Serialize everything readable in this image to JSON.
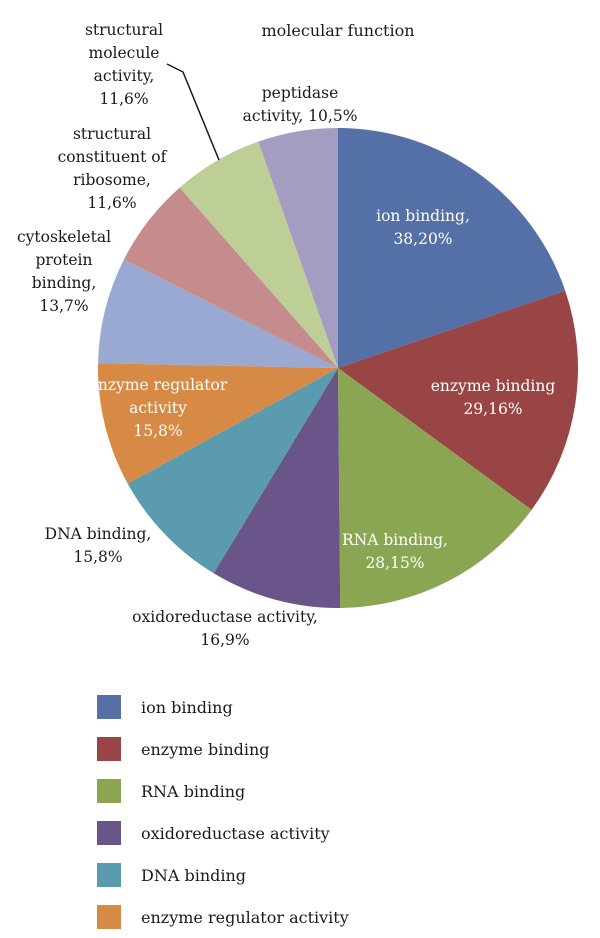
{
  "chart_data": {
    "type": "pie",
    "title": "molecular function",
    "slices": [
      {
        "name": "ion binding",
        "label_lines": [
          "ion binding,",
          "38,20%"
        ],
        "weight": 20.2,
        "color": "#5470a6",
        "label_inside": true
      },
      {
        "name": "enzyme binding",
        "label_lines": [
          "enzyme binding",
          "29,16%"
        ],
        "weight": 15.6,
        "color": "#994545",
        "label_inside": true
      },
      {
        "name": "RNA binding",
        "label_lines": [
          "RNA binding,",
          "28,15%"
        ],
        "weight": 15.1,
        "color": "#8aa652",
        "label_inside": true
      },
      {
        "name": "oxidoreductase activity",
        "label_lines": [
          "oxidoreductase activity,",
          "16,9%"
        ],
        "weight": 9.0,
        "color": "#6a558a",
        "label_inside": false
      },
      {
        "name": "DNA binding",
        "label_lines": [
          "DNA binding,",
          "15,8%"
        ],
        "weight": 8.5,
        "color": "#5b9bb0",
        "label_inside": false
      },
      {
        "name": "enzyme regulator activity",
        "label_lines": [
          "enzyme regulator",
          "activity",
          "15,8%"
        ],
        "weight": 8.5,
        "color": "#d68a45",
        "label_inside": true
      },
      {
        "name": "cytoskeletal protein binding",
        "label_lines": [
          "cytoskeletal",
          "protein",
          "binding,",
          "13,7%"
        ],
        "weight": 7.3,
        "color": "#99a9d1",
        "label_inside": false
      },
      {
        "name": "structural constituent of ribosome",
        "label_lines": [
          "structural",
          "constituent of",
          "ribosome,",
          "11,6%"
        ],
        "weight": 6.2,
        "color": "#c48c8c",
        "label_inside": false
      },
      {
        "name": "structural molecule activity",
        "label_lines": [
          "structural",
          "molecule",
          "activity,",
          "11,6%"
        ],
        "weight": 6.2,
        "color": "#bdcf96",
        "label_inside": false
      },
      {
        "name": "peptidase activity",
        "label_lines": [
          "peptidase",
          "activity, 10,5%"
        ],
        "weight": 5.5,
        "color": "#a59cc2",
        "label_inside": false
      }
    ],
    "legend": {
      "position": "bottom",
      "entries": [
        {
          "label": "ion binding",
          "color": "#5470a6"
        },
        {
          "label": "enzyme binding",
          "color": "#994545"
        },
        {
          "label": "RNA binding",
          "color": "#8aa652"
        },
        {
          "label": "oxidoreductase activity",
          "color": "#6a558a"
        },
        {
          "label": "DNA binding",
          "color": "#5b9bb0"
        },
        {
          "label": "enzyme regulator activity",
          "color": "#d68a45"
        }
      ]
    }
  }
}
